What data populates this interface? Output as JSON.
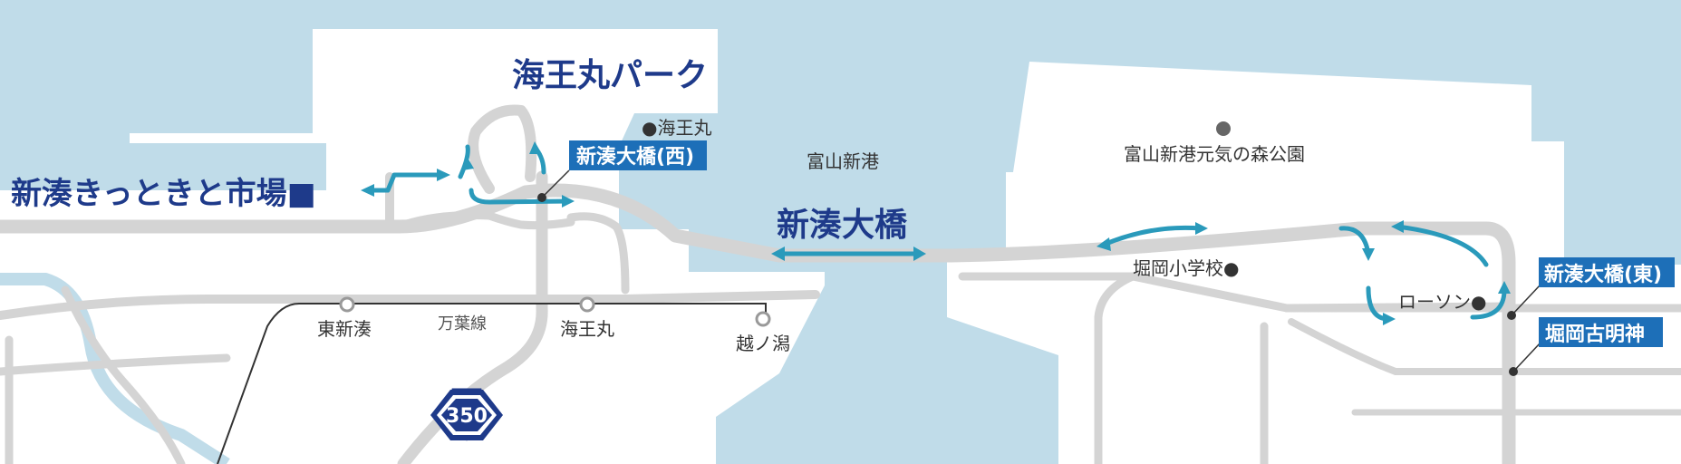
{
  "colors": {
    "water": "#c0dce9",
    "land": "#ffffff",
    "road": "#d4d4d4",
    "arrow": "#2a9abb",
    "title": "#1e3a8a",
    "label_box": "#1d6fb8",
    "river": "#c0dce9"
  },
  "titles": {
    "park": "海王丸パーク",
    "market": "新湊きっときと市場■",
    "bridge": "新湊大橋"
  },
  "places": {
    "kaiwomaru_pt": "●海王丸",
    "port": "富山新港",
    "forest_park": "富山新港元気の森公園",
    "school": "堀岡小学校●",
    "lawson": "ローソン●"
  },
  "stations": {
    "higashi_shinminato": "東新湊",
    "manyo_line": "万葉線",
    "kaiwomaru": "海王丸",
    "koshinokata": "越ノ潟"
  },
  "labels": {
    "bridge_west": "新湊大橋(西)",
    "bridge_east": "新湊大橋(東)",
    "horioka": "堀岡古明神"
  },
  "route_shield": "350",
  "icons": [
    "marker-dot-icon",
    "route-350-shield-icon",
    "station-circle-icon",
    "direction-arrow-icon"
  ]
}
